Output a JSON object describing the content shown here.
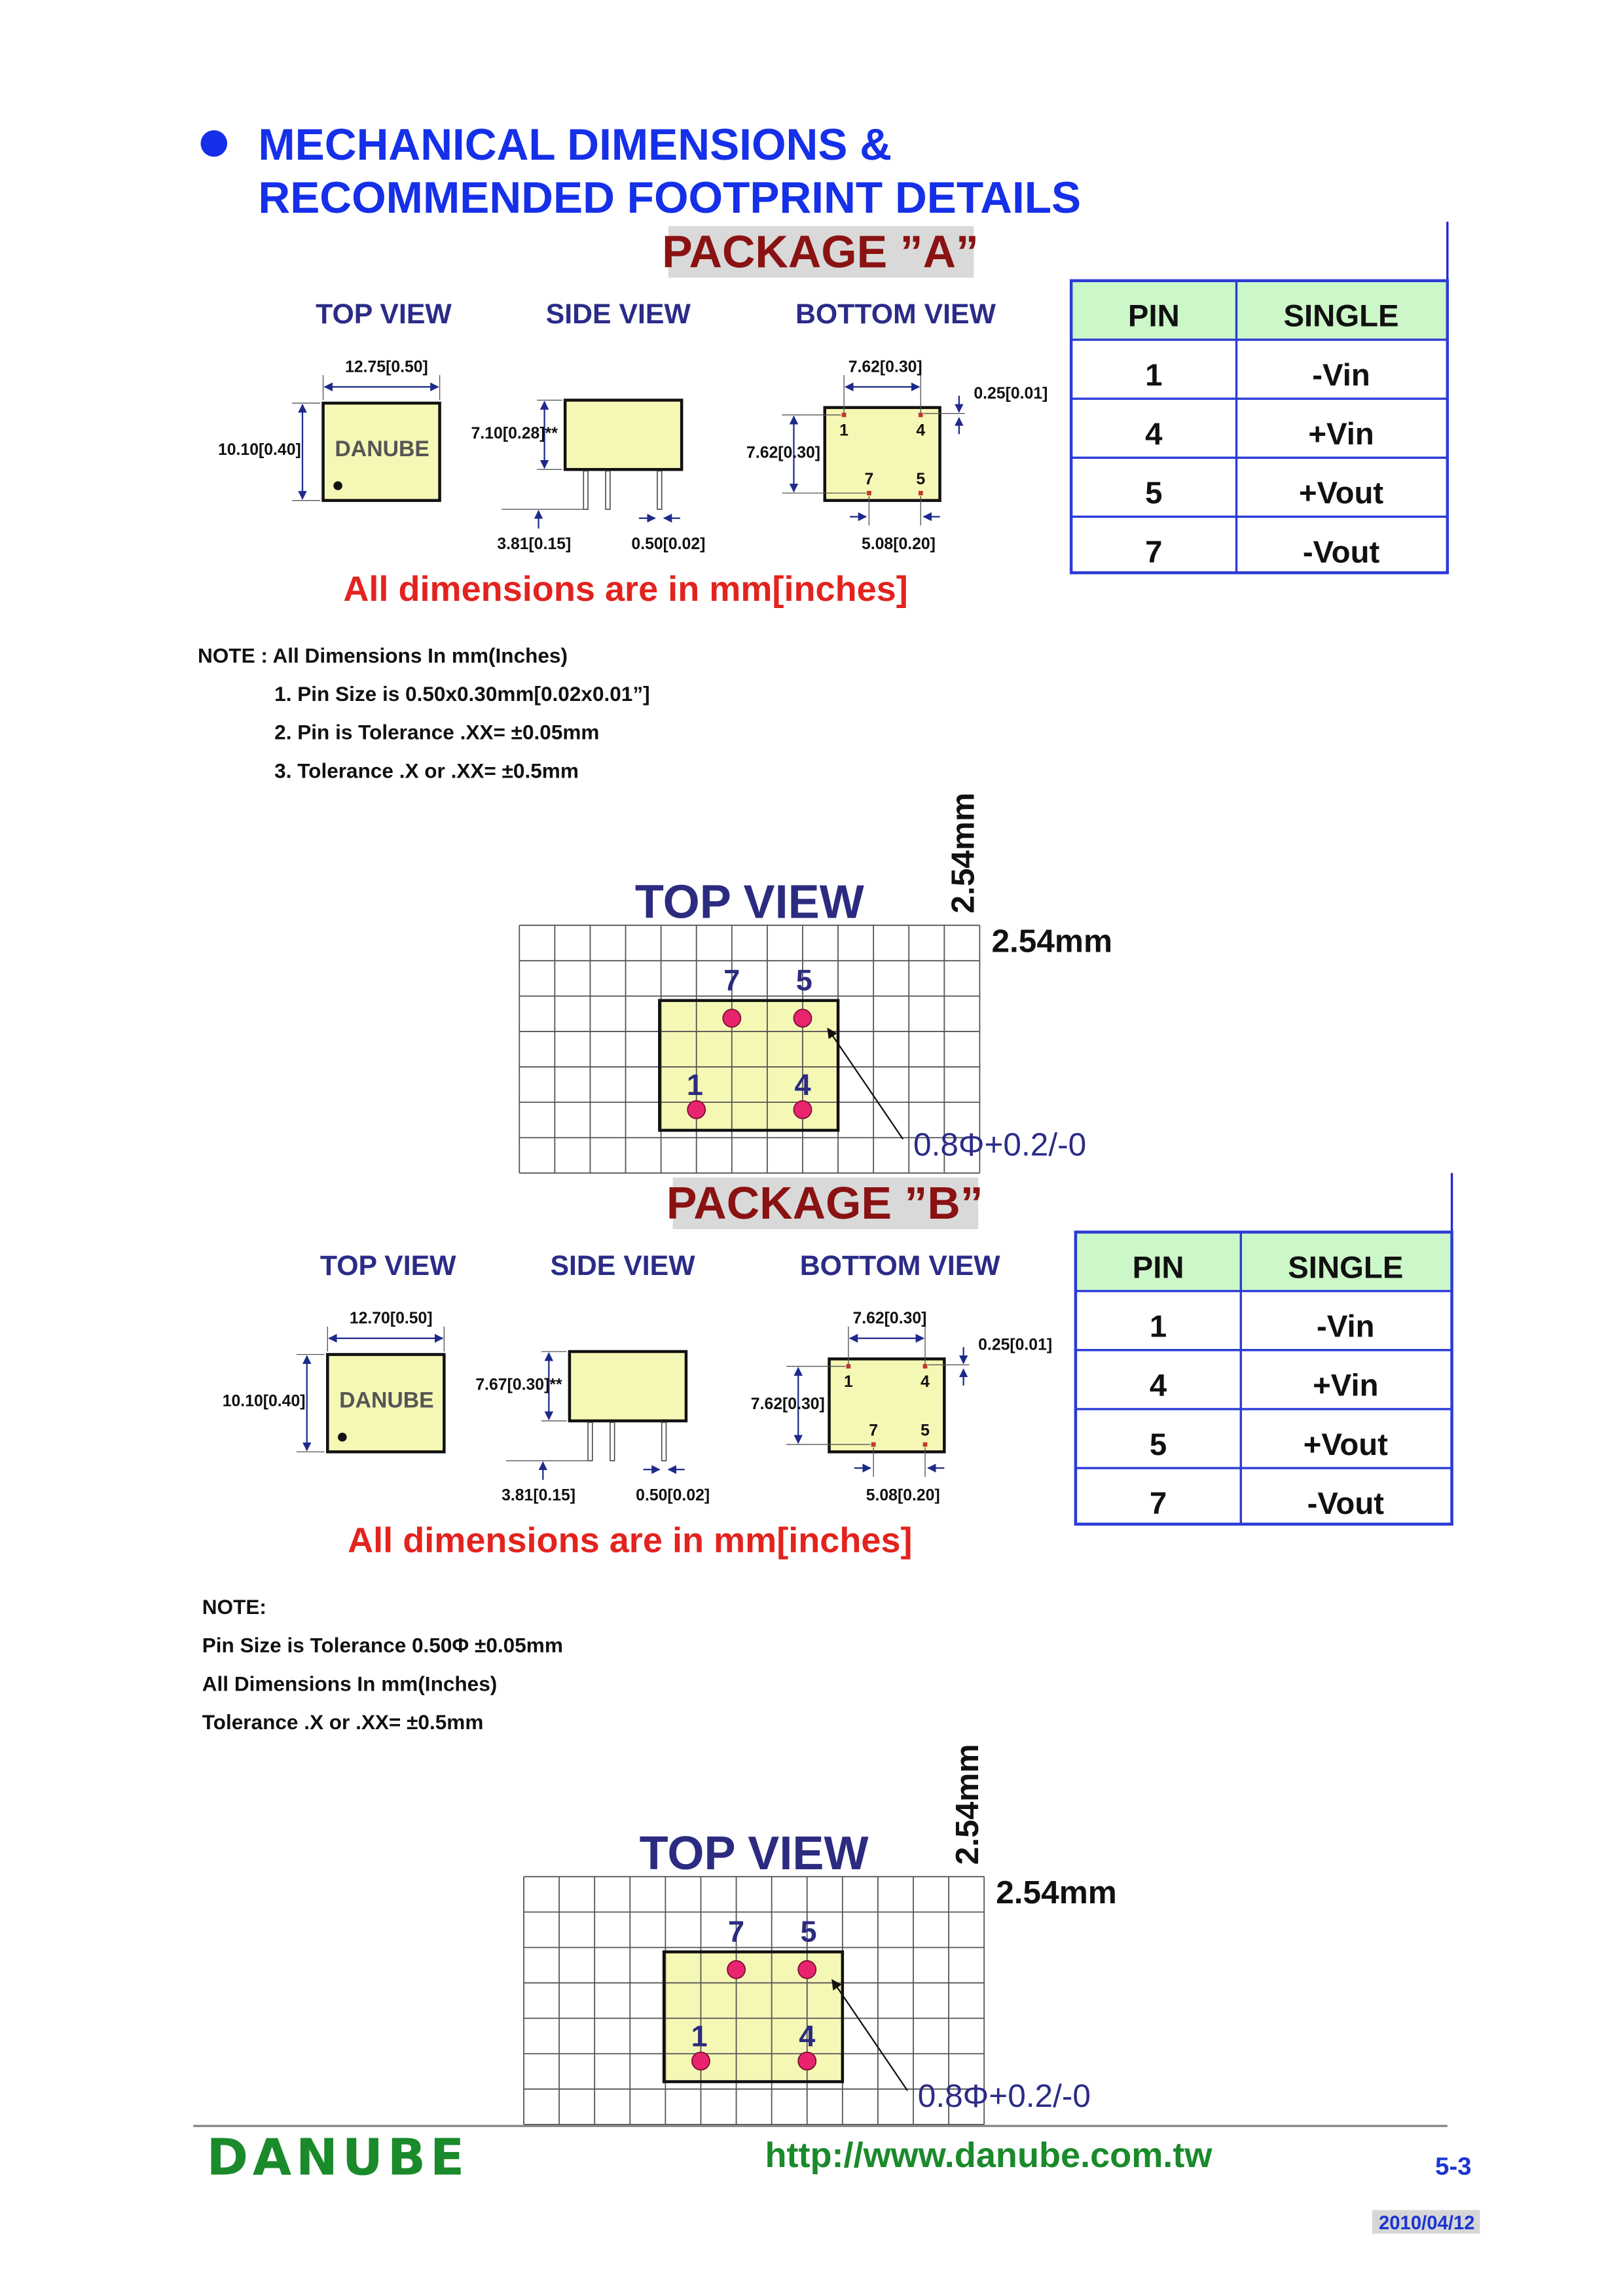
{
  "header": {
    "title_line1": "MECHANICAL DIMENSIONS &",
    "title_line2": "RECOMMENDED FOOTPRINT DETAILS"
  },
  "packages": [
    {
      "label": "PACKAGE ”A”",
      "views": {
        "top": "TOP VIEW",
        "side": "SIDE VIEW",
        "bottom": "BOTTOM VIEW"
      },
      "dims": {
        "top_width": "12.75[0.50]",
        "top_height": "10.10[0.40]",
        "brand": "DANUBE",
        "side_height": "7.10[0.28]**",
        "pin_length": "3.81[0.15]",
        "pin_width": "0.50[0.02]",
        "bottom_width": "7.62[0.30]",
        "pin_offset": "0.25[0.01]",
        "bottom_height": "7.62[0.30]",
        "bottom_pitch": "5.08[0.20]",
        "pin_labels": [
          "1",
          "4",
          "7",
          "5"
        ]
      },
      "units_note": "All dimensions are in mm[inches]",
      "table": {
        "headers": [
          "PIN",
          "SINGLE"
        ],
        "rows": [
          [
            "1",
            "-Vin"
          ],
          [
            "4",
            "+Vin"
          ],
          [
            "5",
            "+Vout"
          ],
          [
            "7",
            "-Vout"
          ]
        ]
      },
      "notes": [
        "NOTE : All Dimensions In mm(Inches)",
        "1. Pin Size is 0.50x0.30mm[0.02x0.01”]",
        "2. Pin is Tolerance .XX= ±0.05mm",
        "3. Tolerance .X    or    .XX= ±0.5mm"
      ],
      "footprint": {
        "title": "TOP VIEW",
        "pitch_vertical": "2.54mm",
        "pitch_horizontal": "2.54mm",
        "pads": [
          "7",
          "5",
          "1",
          "4"
        ],
        "hole": "0.8Φ+0.2/-0"
      }
    },
    {
      "label": "PACKAGE ”B”",
      "views": {
        "top": "TOP VIEW",
        "side": "SIDE VIEW",
        "bottom": "BOTTOM VIEW"
      },
      "dims": {
        "top_width": "12.70[0.50]",
        "top_height": "10.10[0.40]",
        "brand": "DANUBE",
        "side_height": "7.67[0.30]**",
        "pin_length": "3.81[0.15]",
        "pin_width": "0.50[0.02]",
        "bottom_width": "7.62[0.30]",
        "pin_offset": "0.25[0.01]",
        "bottom_height": "7.62[0.30]",
        "bottom_pitch": "5.08[0.20]",
        "pin_labels": [
          "1",
          "4",
          "7",
          "5"
        ]
      },
      "units_note": "All dimensions are in mm[inches]",
      "table": {
        "headers": [
          "PIN",
          "SINGLE"
        ],
        "rows": [
          [
            "1",
            "-Vin"
          ],
          [
            "4",
            "+Vin"
          ],
          [
            "5",
            "+Vout"
          ],
          [
            "7",
            "-Vout"
          ]
        ]
      },
      "notes": [
        "NOTE:",
        "Pin Size is Tolerance 0.50Φ  ±0.05mm",
        "All Dimensions In mm(Inches)",
        "Tolerance .X    or    .XX=  ±0.5mm"
      ],
      "footprint": {
        "title": "TOP VIEW",
        "pitch_vertical": "2.54mm",
        "pitch_horizontal": "2.54mm",
        "pads": [
          "7",
          "5",
          "1",
          "4"
        ],
        "hole": "0.8Φ+0.2/-0"
      }
    }
  ],
  "footer": {
    "brand": "DANUBE",
    "url": "http://www.danube.com.tw",
    "page": "5-3",
    "date": "2010/04/12"
  }
}
